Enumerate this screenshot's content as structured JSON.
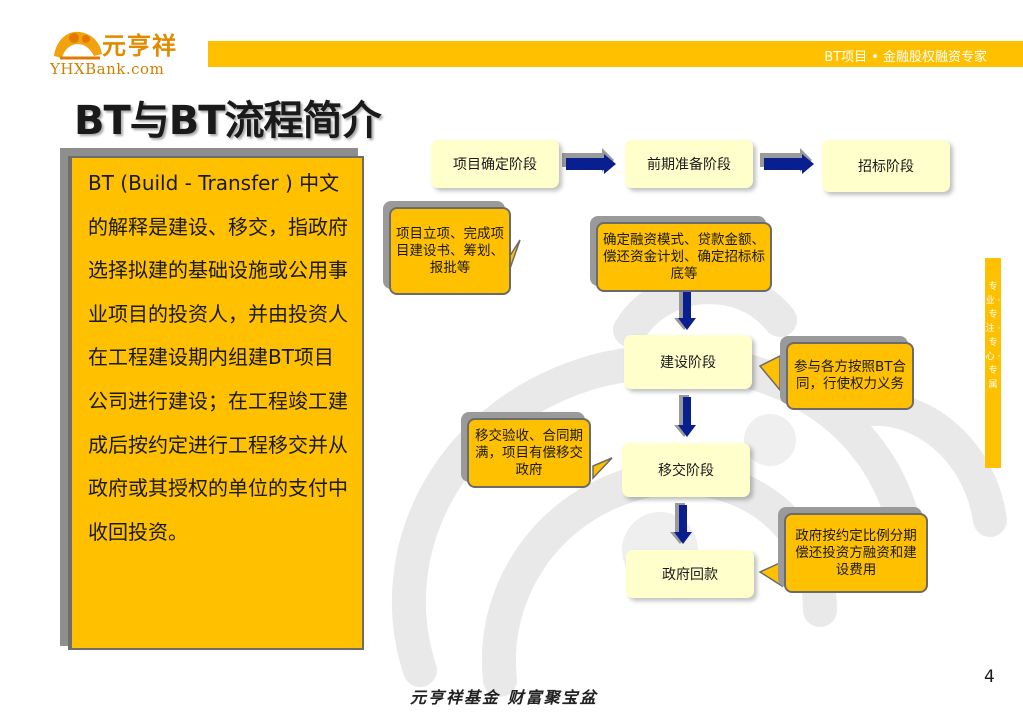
{
  "header": {
    "logo_cn": "元亨祥",
    "logo_en": "YHXBank.com",
    "tagline": "BT项目 • 金融股权融资专家"
  },
  "slide": {
    "title": "BT与BT流程简介",
    "description": "BT (Build - Transfer ) 中文的解释是建设、移交，指政府选择拟建的基础设施或公用事业项目的投资人，并由投资人在工程建设期内组建BT项目公司进行建设；在工程竣工建成后按约定进行工程移交并从政府或其授权的单位的支付中收回投资。",
    "side_label": "专业 · 专注 · 专心 · 专属",
    "page_number": "4",
    "footer": "元亨祥基金 财富聚宝盆"
  },
  "flow": {
    "steps": [
      "项目确定阶段",
      "前期准备阶段",
      "招标阶段",
      "建设阶段",
      "移交阶段",
      "政府回款"
    ],
    "callouts": [
      "项目立项、完成项目建设书、筹划、报批等",
      "确定融资模式、贷款金额、偿还资金计划、确定招标标底等",
      "参与各方按照BT合同，行使权力义务",
      "移交验收、合同期满，项目有偿移交政府",
      "政府按约定比例分期偿还投资方融资和建设费用"
    ]
  },
  "colors": {
    "accent": "#ffc000",
    "step_fill": "#ffffcc",
    "arrow": "#0a1f8f"
  }
}
